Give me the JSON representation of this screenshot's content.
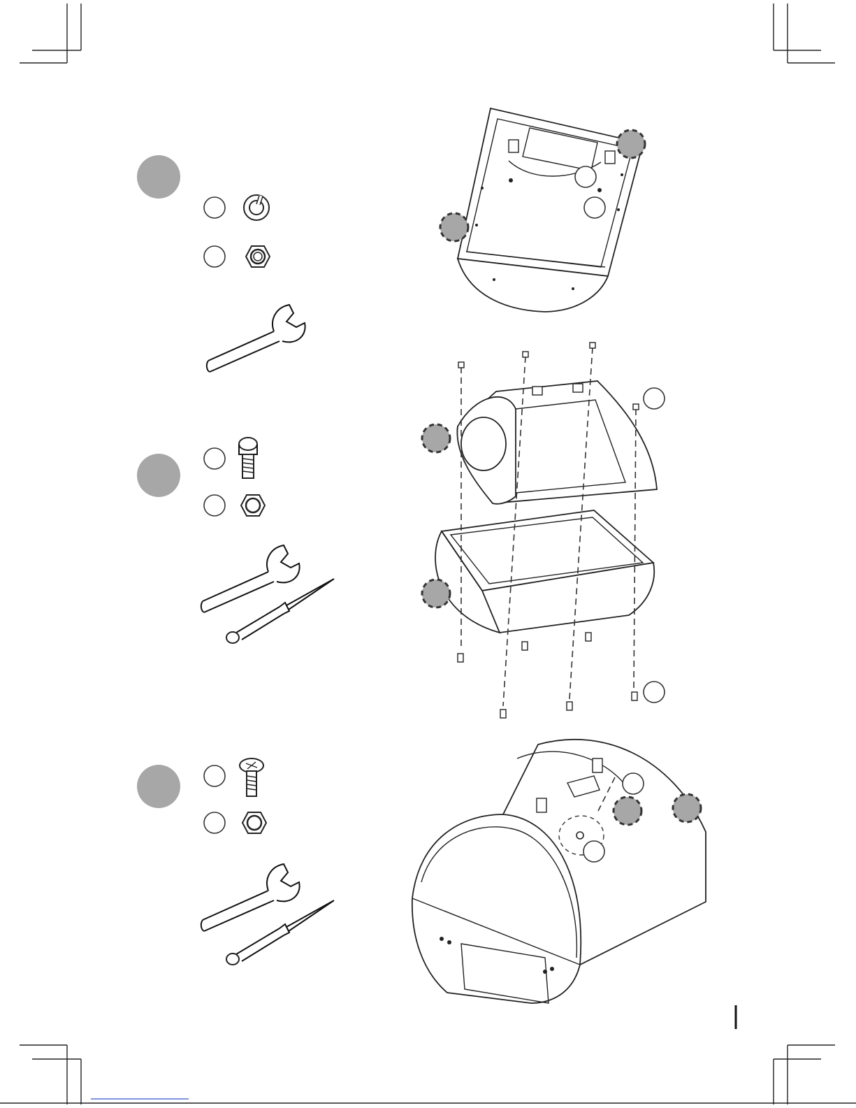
{
  "page": {
    "steps": [
      {
        "label": "step-1",
        "parts": [
          "spring-washer",
          "hex-nut"
        ]
      },
      {
        "label": "step-2",
        "parts": [
          "socket-head-bolt",
          "hex-nut"
        ]
      },
      {
        "label": "step-3",
        "parts": [
          "phillips-screw",
          "hex-nut"
        ]
      }
    ],
    "icons": [
      "wrench-icon",
      "screwdriver-icon",
      "spring-washer-icon",
      "hex-nut-icon",
      "bolt-icon",
      "crop-mark-icon"
    ],
    "colors": {
      "step_marker": "#a7a7a7",
      "line": "#111111",
      "paper": "#ffffff"
    }
  }
}
